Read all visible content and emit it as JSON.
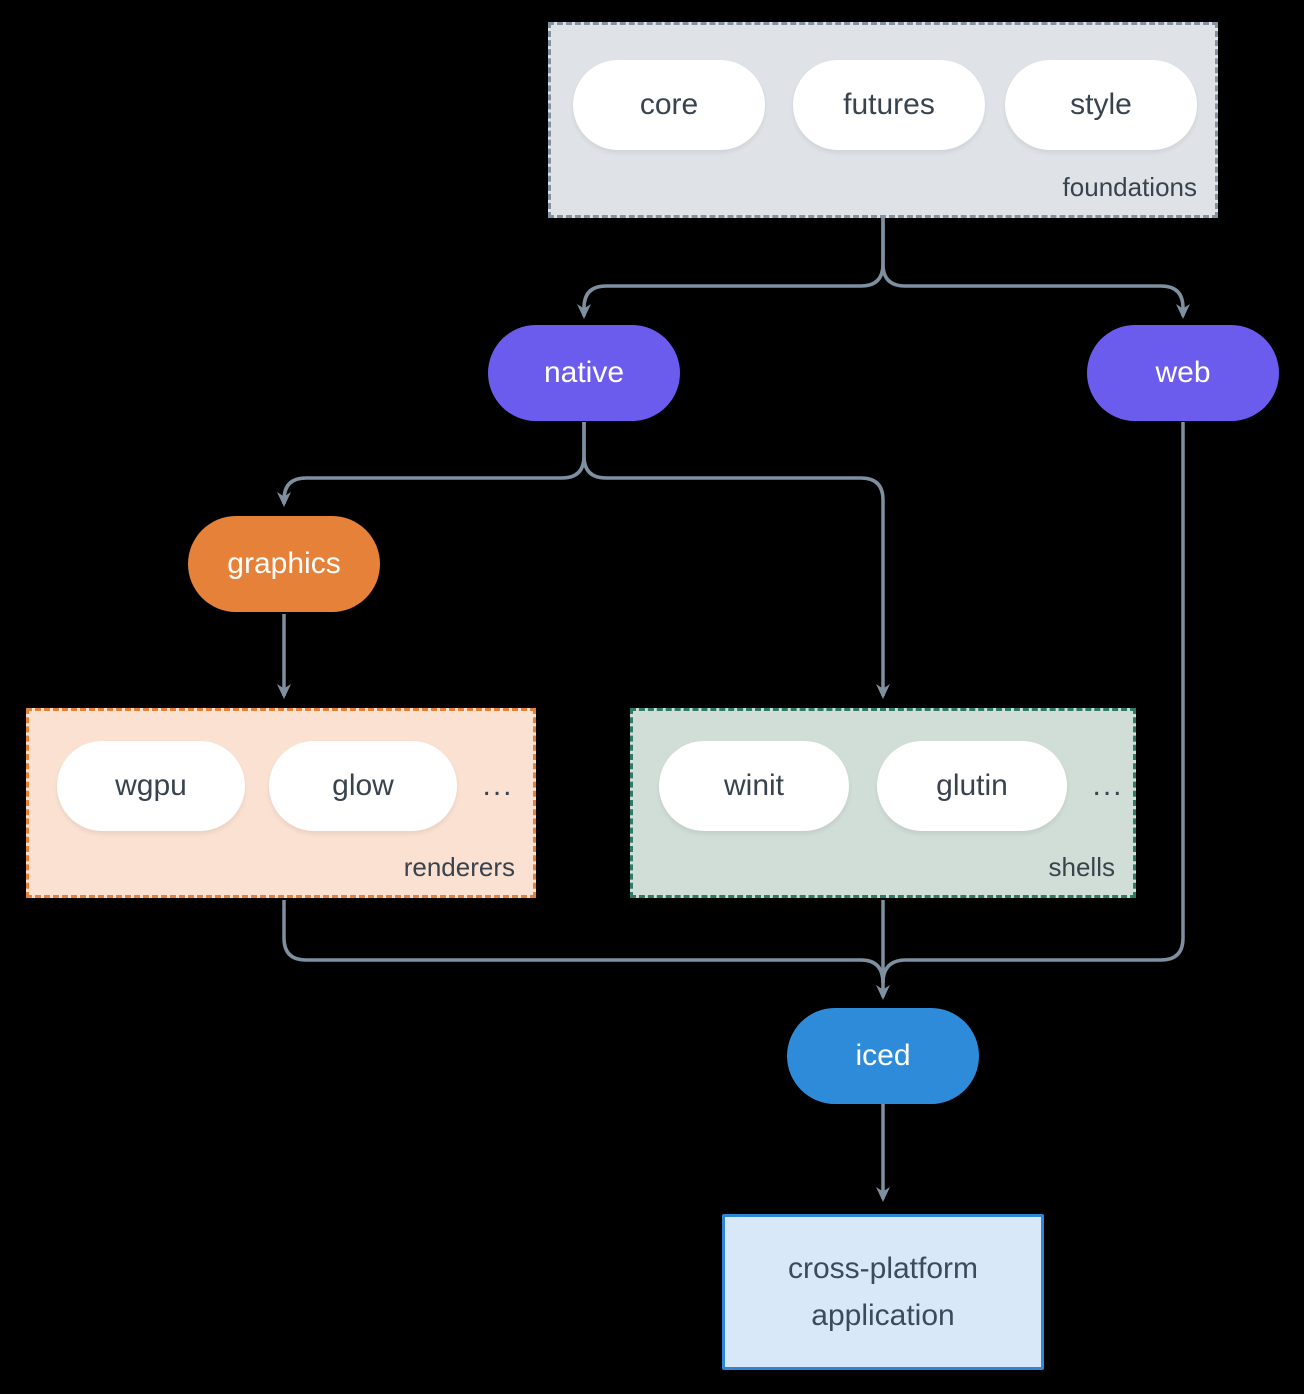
{
  "nodes": {
    "core": "core",
    "futures": "futures",
    "style": "style",
    "native": "native",
    "web": "web",
    "graphics": "graphics",
    "wgpu": "wgpu",
    "glow": "glow",
    "winit": "winit",
    "glutin": "glutin",
    "iced": "iced",
    "application": "cross-platform application"
  },
  "groups": {
    "foundations": {
      "label": "foundations"
    },
    "renderers": {
      "label": "renderers",
      "more": "..."
    },
    "shells": {
      "label": "shells",
      "more": "..."
    }
  },
  "edges": [
    {
      "from": "foundations",
      "to": "native"
    },
    {
      "from": "foundations",
      "to": "web"
    },
    {
      "from": "native",
      "to": "graphics"
    },
    {
      "from": "native",
      "to": "shells"
    },
    {
      "from": "graphics",
      "to": "renderers"
    },
    {
      "from": "renderers",
      "to": "iced"
    },
    {
      "from": "shells",
      "to": "iced"
    },
    {
      "from": "web",
      "to": "iced"
    },
    {
      "from": "iced",
      "to": "application"
    }
  ],
  "colors": {
    "background": "#000000",
    "arrow": "#7e8fa0",
    "pill_fill": "#ffffff",
    "pill_text": "#39434e",
    "purple": "#6b5cee",
    "orange": "#e6813a",
    "blue": "#2e8bd9",
    "foundations_fill": "#dfe3e8",
    "foundations_border": "#8492a2",
    "renderers_fill": "#fbe1d1",
    "renderers_border": "#e6813a",
    "shells_fill": "#d0ded7",
    "shells_border": "#2f7b67",
    "application_fill": "#d8e8f8",
    "application_border": "#2e86d6"
  }
}
